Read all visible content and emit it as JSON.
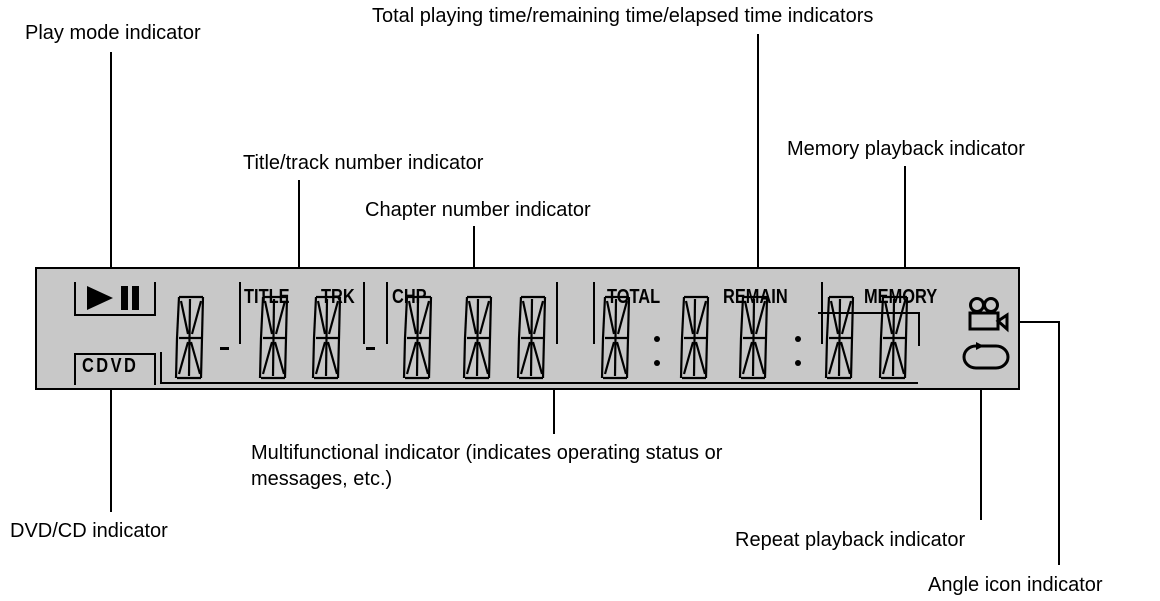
{
  "callouts": {
    "play_mode": "Play mode indicator",
    "total_time": "Total playing time/remaining time/elapsed time indicators",
    "memory": "Memory playback indicator",
    "title_track": "Title/track number indicator",
    "chapter": "Chapter number indicator",
    "multifunctional_line1": "Multifunctional indicator (indicates operating status or",
    "multifunctional_line2": "messages, etc.)",
    "dvd_cd": "DVD/CD indicator",
    "repeat": "Repeat playback indicator",
    "angle": "Angle icon indicator"
  },
  "display": {
    "title_label": "TITLE",
    "trk_label": "TRK",
    "chp_label": "CHP",
    "total_label": "TOTAL",
    "remain_label": "REMAIN",
    "memory_label": "MEMORY",
    "cdvd_label": "CDVD"
  },
  "icons": {
    "play": "play-icon",
    "pause": "pause-icon",
    "angle": "camera-icon",
    "repeat": "repeat-icon"
  },
  "colors": {
    "panel_background": "#c8c8c8",
    "ink": "#000000"
  }
}
